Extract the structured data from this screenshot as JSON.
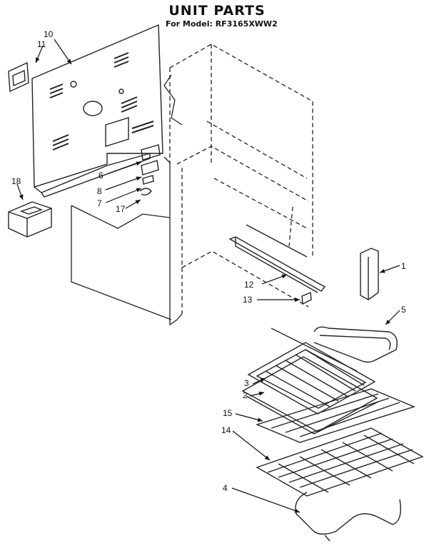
{
  "title": "UNIT PARTS",
  "subtitle": "For Model: RF3165XWW2",
  "callouts": [
    "10",
    "11",
    "18",
    "6",
    "8",
    "7",
    "17",
    "1",
    "12",
    "13",
    "5",
    "3",
    "2",
    "15",
    "14",
    "4"
  ],
  "parts": [
    {
      "id": "back-panel",
      "label": "10"
    },
    {
      "id": "back-panel-plate",
      "label": "11"
    },
    {
      "id": "junction-box",
      "label": "18"
    },
    {
      "id": "block-6",
      "label": "6"
    },
    {
      "id": "clip-8",
      "label": "8"
    },
    {
      "id": "clip-7",
      "label": "7"
    },
    {
      "id": "clip-17",
      "label": "17"
    },
    {
      "id": "side-bracket",
      "label": "1"
    },
    {
      "id": "rail",
      "label": "12"
    },
    {
      "id": "clip-13",
      "label": "13"
    },
    {
      "id": "bake-element",
      "label": "5"
    },
    {
      "id": "broiler-grid",
      "label": "3"
    },
    {
      "id": "broiler-pan",
      "label": "2"
    },
    {
      "id": "rack-15",
      "label": "15"
    },
    {
      "id": "rack-14",
      "label": "14"
    },
    {
      "id": "broil-element",
      "label": "4"
    }
  ]
}
